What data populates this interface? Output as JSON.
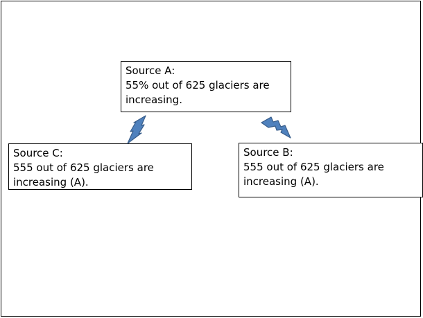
{
  "diagram": {
    "source_a": {
      "title": "Source A:",
      "line1": "55% out of 625 glaciers are",
      "line2": "increasing."
    },
    "source_c": {
      "title": "Source C:",
      "line1": "555 out of 625 glaciers are",
      "line2": "increasing (A)."
    },
    "source_b": {
      "title": "Source B:",
      "line1": "555 out of 625 glaciers are",
      "line2": "increasing (A)."
    },
    "colors": {
      "bolt_fill": "#4f81bd",
      "bolt_stroke": "#385d8a",
      "border": "#000000"
    }
  }
}
